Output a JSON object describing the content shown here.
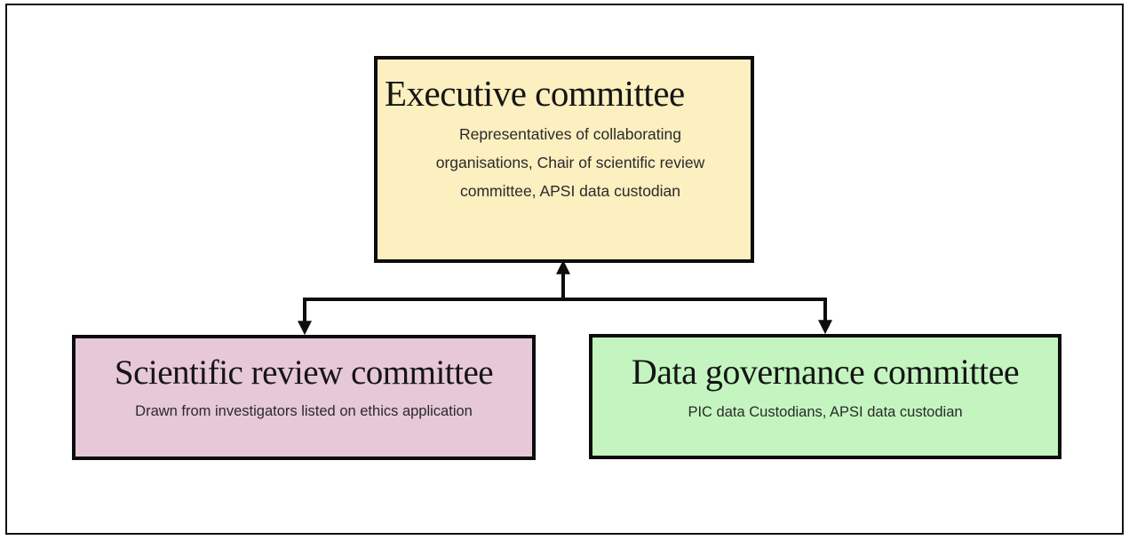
{
  "diagram": {
    "type": "organisational-structure",
    "colors": {
      "executive_fill": "#fcefc0",
      "scientific_fill": "#e6c8d8",
      "data_governance_fill": "#c4f5c0",
      "border": "#0d0d0d"
    },
    "nodes": {
      "executive": {
        "title": "Executive committee",
        "description": "Representatives of collaborating organisations, Chair of scientific review committee, APSI data custodian"
      },
      "scientific": {
        "title": "Scientific review committee",
        "description": "Drawn from investigators listed on ethics application"
      },
      "data_governance": {
        "title": "Data governance committee",
        "description": "PIC data Custodians, APSI data custodian"
      }
    },
    "edges": [
      {
        "from": "executive",
        "to": "scientific",
        "direction": "bidirectional"
      },
      {
        "from": "executive",
        "to": "data_governance",
        "direction": "bidirectional"
      }
    ]
  }
}
